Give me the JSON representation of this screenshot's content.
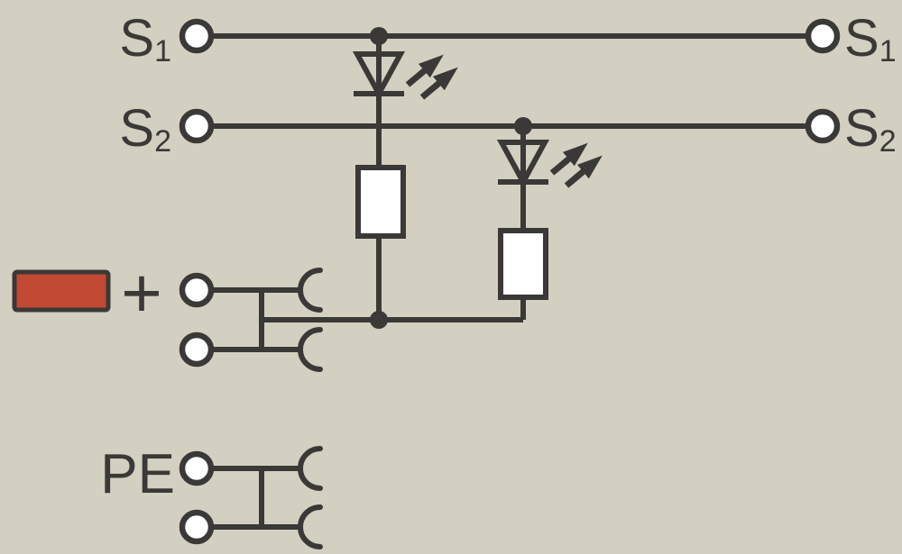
{
  "colors": {
    "bg": "#d3cfc1",
    "line": "#3a3937",
    "terminal_fill": "#ffffff",
    "marking": "#c24a33"
  },
  "labels": {
    "s1": {
      "base": "S",
      "sub": "1"
    },
    "s2": {
      "base": "S",
      "sub": "2"
    },
    "plus": "+",
    "pe": "PE"
  }
}
